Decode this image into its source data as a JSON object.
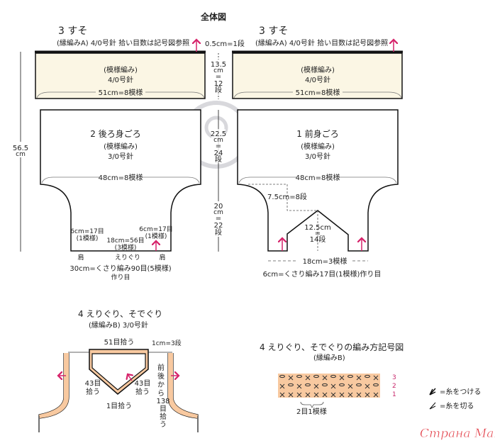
{
  "title": "全体図",
  "colors": {
    "sleeve_fill": "#fbf6e4",
    "edge_fill": "#f8c9a0",
    "arrow": "#d6246b",
    "row_num": "#a0306a",
    "watermark": "#e0303a"
  },
  "sleeve_left": {
    "title": "3 すそ",
    "note": "(縁編みA) 4/0号針 拾い目数は記号図参照",
    "pattern": "(模様編み)",
    "needle": "4/0号針",
    "width": "51cm=8模様"
  },
  "sleeve_right": {
    "title": "3 すそ",
    "note": "(縁編みA) 4/0号針 拾い目数は記号図参照",
    "pattern": "(模様編み)",
    "needle": "4/0号針",
    "width": "51cm=8模様"
  },
  "middle": {
    "row_note": "0.5cm=1段",
    "d1": [
      "13.5",
      "cm",
      "=",
      "12",
      "段"
    ],
    "d2": [
      "22.5",
      "cm",
      "=",
      "24",
      "段"
    ],
    "d3": [
      "20",
      "cm",
      "=",
      "22",
      "段"
    ]
  },
  "total_height": [
    "56.5",
    "cm"
  ],
  "back": {
    "title": "2 後ろ身ごろ",
    "pattern": "(模様編み)",
    "needle": "3/0号針",
    "width": "48cm=8模様",
    "shoulder_l": [
      "6cm=17目",
      "(1模様)"
    ],
    "neck": [
      "18cm=56目",
      "(3模様)"
    ],
    "shoulder_r": [
      "6cm=17目",
      "(1模様)"
    ],
    "label_shoulder": "肩",
    "label_neck": "えりぐり",
    "chain": "30cm=くさり編み90目(5模様)",
    "foundation": "作り目"
  },
  "front": {
    "title": "1  前身ごろ",
    "pattern": "(模様編み)",
    "needle": "3/0号針",
    "width": "48cm=8模様",
    "armhole": "7.5cm=8段",
    "neck_depth": [
      "12.5cm",
      "=",
      "14段"
    ],
    "neck_width": "18cm=3模様",
    "chain": "6cm=くさり編み17目(1模様)作り目"
  },
  "edging": {
    "title": "4 えりぐり、そでぐり",
    "note": "(縁編みB) 3/0号針",
    "top": "51目拾う",
    "rows": "1cm=3段",
    "side_l": [
      "43目",
      "拾う"
    ],
    "side_r": [
      "43目",
      "拾う"
    ],
    "bottom": "1目拾う",
    "armhole": [
      "前",
      "後",
      "か",
      "ら",
      "138",
      "目",
      "拾",
      "う"
    ]
  },
  "chart": {
    "title": "4 えりぐり、そでぐりの編み方記号図",
    "note": "(縁編みB)",
    "rows": [
      "3",
      "2",
      "1"
    ],
    "repeat": "2目1模様"
  },
  "legend": [
    {
      "icon": "attach-yarn-icon",
      "label": "=糸をつける"
    },
    {
      "icon": "cut-yarn-icon",
      "label": "=糸を切る"
    }
  ],
  "watermark": "Страна Мам"
}
